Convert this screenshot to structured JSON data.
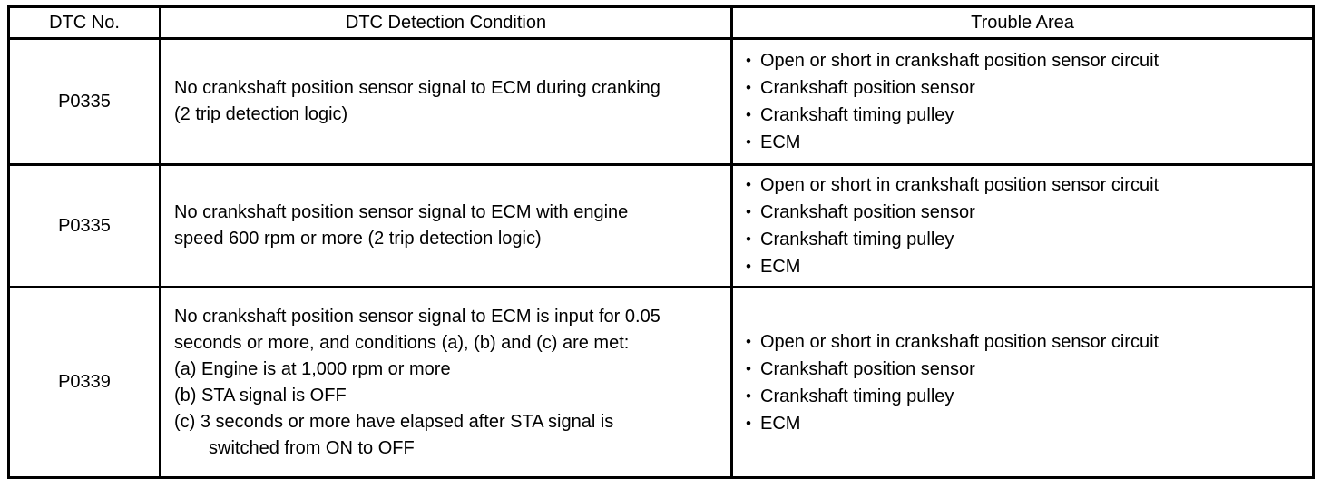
{
  "table": {
    "columns": [
      {
        "key": "dtc_no",
        "label": "DTC No."
      },
      {
        "key": "condition",
        "label": "DTC Detection Condition"
      },
      {
        "key": "trouble_area",
        "label": "Trouble Area"
      }
    ],
    "bullet_glyph": "•",
    "rows": [
      {
        "dtc_no": "P0335",
        "condition_lines": [
          {
            "text": "No crankshaft position sensor signal to ECM during cranking",
            "indent": false
          },
          {
            "text": "(2 trip detection logic)",
            "indent": false
          }
        ],
        "trouble_area": [
          "Open or short in crankshaft position sensor circuit",
          "Crankshaft position sensor",
          "Crankshaft timing pulley",
          "ECM"
        ]
      },
      {
        "dtc_no": "P0335",
        "condition_lines": [
          {
            "text": "No crankshaft position sensor signal to ECM with engine",
            "indent": false
          },
          {
            "text": "speed 600 rpm or more (2 trip detection logic)",
            "indent": false
          }
        ],
        "trouble_area": [
          "Open or short in crankshaft position sensor circuit",
          "Crankshaft position sensor",
          "Crankshaft timing pulley",
          "ECM"
        ]
      },
      {
        "dtc_no": "P0339",
        "condition_lines": [
          {
            "text": "No crankshaft position sensor signal to ECM is input for 0.05",
            "indent": false
          },
          {
            "text": "seconds or more, and conditions (a), (b) and (c) are met:",
            "indent": false
          },
          {
            "text": "(a) Engine is at 1,000 rpm or more",
            "indent": false
          },
          {
            "text": "(b) STA signal is OFF",
            "indent": false
          },
          {
            "text": "(c) 3 seconds or more have elapsed after STA signal is",
            "indent": false
          },
          {
            "text": "switched from ON to OFF",
            "indent": true
          }
        ],
        "trouble_area": [
          "Open or short in crankshaft position sensor circuit",
          "Crankshaft position sensor",
          "Crankshaft timing pulley",
          "ECM"
        ]
      }
    ]
  },
  "colors": {
    "border": "#000000",
    "text": "#000000",
    "background": "#ffffff"
  }
}
